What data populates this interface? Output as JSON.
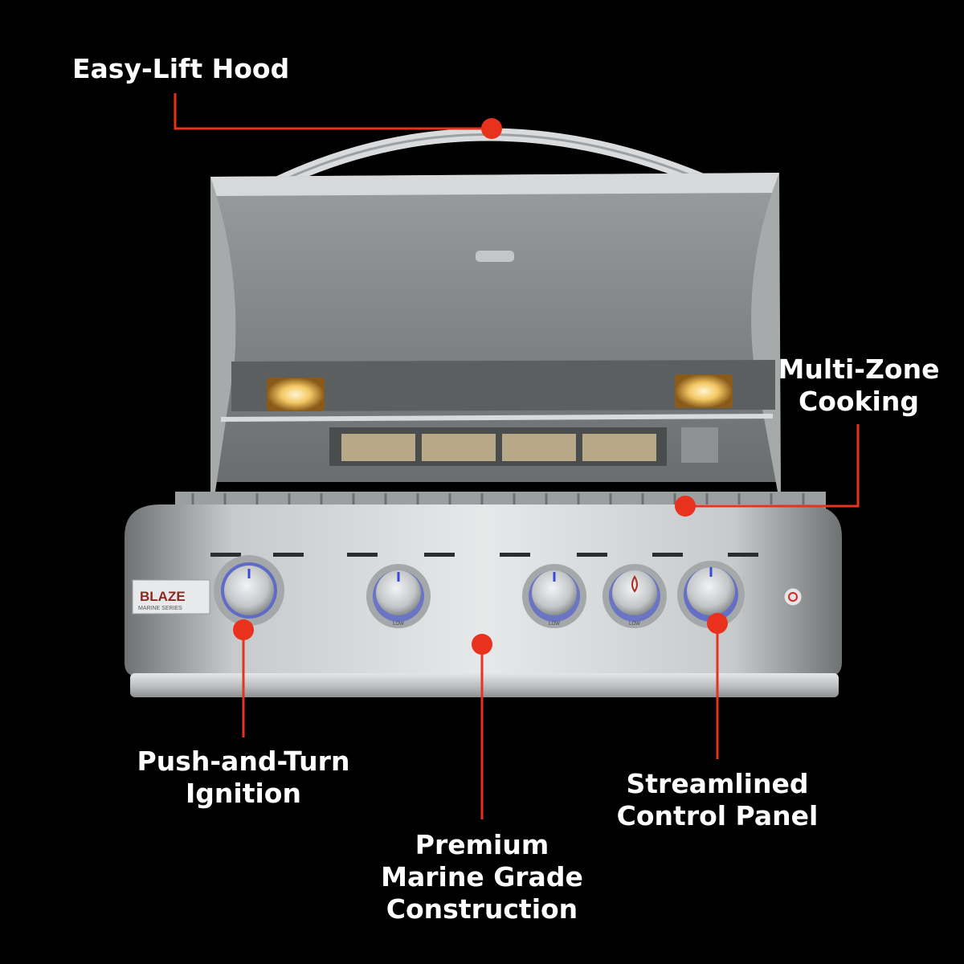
{
  "callouts": {
    "hood": {
      "line1": "Easy-Lift Hood"
    },
    "zone": {
      "line1": "Multi-Zone",
      "line2": "Cooking"
    },
    "ignition": {
      "line1": "Push-and-Turn",
      "line2": "Ignition"
    },
    "construction": {
      "line1": "Premium",
      "line2": "Marine Grade",
      "line3": "Construction"
    },
    "panel": {
      "line1": "Streamlined",
      "line2": "Control Panel"
    }
  },
  "brand": {
    "logo_text": "BLAZE",
    "logo_sub": "MARINE SERIES"
  },
  "knobs": {
    "low_label": "LOW"
  },
  "colors": {
    "background": "#000000",
    "accent": "#e8321e",
    "text": "#ffffff",
    "steel": "#c9cbcc"
  }
}
